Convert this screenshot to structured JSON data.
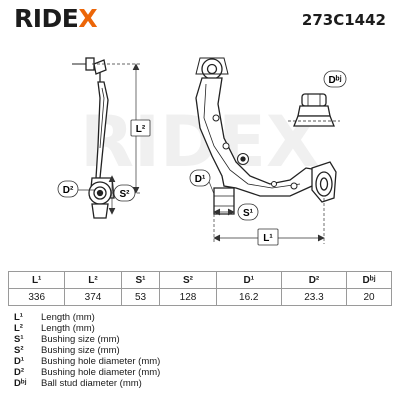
{
  "header": {
    "brand_name": "RIDEX",
    "brand_accent_color": "#ec6608",
    "part_number": "273C1442"
  },
  "drawing": {
    "callouts": {
      "l1": "L¹",
      "l2": "L²",
      "s1_left": "S²",
      "s1_right": "S¹",
      "d1": "D¹",
      "d2": "D²",
      "dbj": "Dᵇʲ"
    }
  },
  "table": {
    "headers": [
      "L¹",
      "L²",
      "S¹",
      "S²",
      "D¹",
      "D²",
      "Dᵇʲ"
    ],
    "values": [
      "336",
      "374",
      "53",
      "128",
      "16.2",
      "23.3",
      "20"
    ]
  },
  "legend": [
    {
      "symbol": "L¹",
      "description": "Length (mm)"
    },
    {
      "symbol": "L²",
      "description": "Length (mm)"
    },
    {
      "symbol": "S¹",
      "description": "Bushing size (mm)"
    },
    {
      "symbol": "S²",
      "description": "Bushing size (mm)"
    },
    {
      "symbol": "D¹",
      "description": "Bushing hole diameter (mm)"
    },
    {
      "symbol": "D²",
      "description": "Bushing hole diameter (mm)"
    },
    {
      "symbol": "Dᵇʲ",
      "description": "Ball stud diameter (mm)"
    }
  ]
}
